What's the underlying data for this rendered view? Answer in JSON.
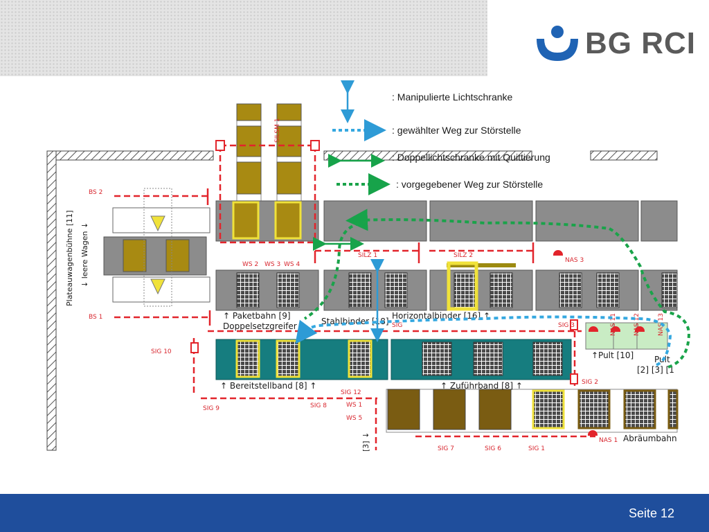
{
  "branding": {
    "logo_text": "BG RCI"
  },
  "footer": {
    "page_label": "Seite 12"
  },
  "legend": [
    {
      "key": "manipulated",
      "text": ": Manipulierte Lichtschranke"
    },
    {
      "key": "chosen_path",
      "text": ": gewählter Weg zur Störstelle"
    },
    {
      "key": "double_barrier",
      "text": ": Doppellichtschranke mit Quittierung"
    },
    {
      "key": "given_path",
      "text": ": vorgegebener Weg zur Störstelle"
    }
  ],
  "colors": {
    "manipulated": "#2e9bd6",
    "chosen_path": "#35a8e0",
    "double_barrier": "#17a34a",
    "given_path": "#1aa34a",
    "safety_red": "#e2242b",
    "conveyor_grey": "#8c8c8c",
    "conveyor_teal": "#167d7f",
    "pallet_brown": "#7a5c12",
    "pallet_olive": "#a88a12",
    "highlight_yellow": "#f0e23a",
    "footer_blue": "#1f4e9c"
  },
  "labels": {
    "paketbahn": "↑ Paketbahn [9]",
    "doppelsetzgreifer": "Doppelsetzgreifer",
    "stahlbinder": "Stahlbinder [18]",
    "horizontalbinder": "Horizontalbinder [16] ↑",
    "bereitstellband": "↑ Bereitstellband [8] ↑",
    "zufuehrband": "↑ Zuführband [8] ↑",
    "pult10": "↑Pult [10]",
    "pult": "Pult",
    "pult_numbers": "[2] [3] [1",
    "abraeumbahn": "Abräumbahn",
    "plateau": "Plateauwagenbühne [11]",
    "leere_wagen": "↓ leere Wagen ↓",
    "silsm": "SILSM 1",
    "silz1": "SILZ 1",
    "silz2": "SILZ 2",
    "bs2": "BS 2",
    "bs1": "BS 1",
    "ws2": "WS 2",
    "ws3": "WS 3",
    "ws4": "WS 4",
    "nas3": "NAS 3",
    "nas11": "NAS 11",
    "nas12": "NAS 12",
    "nas13": "NAS 13",
    "nas1": "NAS 1",
    "sig10": "SIG 10",
    "sig9": "SIG 9",
    "sig8": "SIG 8",
    "sig12": "SIG 12",
    "sig7": "SIG 7",
    "sig6": "SIG 6",
    "sig1": "SIG 1",
    "sig2": "SIG 2",
    "sig3": "SIG 3",
    "sig_small": "SIG",
    "ws1": "WS 1",
    "ws5": "WS 5",
    "bracket3": "[3] ↓"
  }
}
